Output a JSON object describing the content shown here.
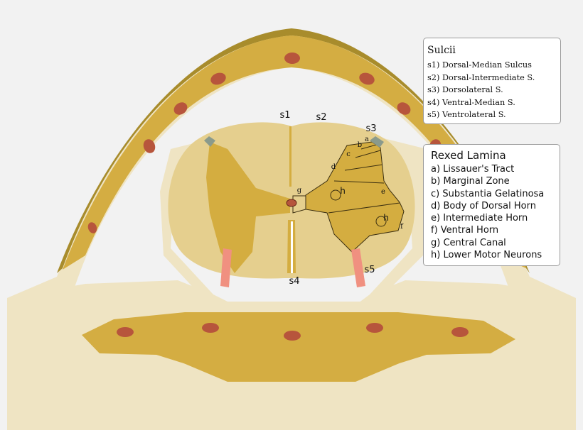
{
  "sulcii_legend": {
    "title": "Sulcii",
    "items": [
      "s1) Dorsal-Median Sulcus",
      "s2) Dorsal-Intermediate S.",
      "s3) Dorsolateral S.",
      "s4) Ventral-Median S.",
      "s5) Ventrolateral S."
    ]
  },
  "rexed_legend": {
    "title": "Rexed Lamina",
    "items": [
      "a) Lissauer's Tract",
      "b) Marginal Zone",
      "c) Substantia Gelatinosa",
      "d) Body of Dorsal Horn",
      "e) Intermediate Horn",
      "f) Ventral Horn",
      "g) Central Canal",
      "h) Lower Motor Neurons"
    ]
  },
  "labels": {
    "s1": "s1",
    "s2": "s2",
    "s3": "s3",
    "s4": "s4",
    "s5": "s5",
    "a": "a",
    "b": "b",
    "c": "c",
    "d": "d",
    "e": "e",
    "f": "f",
    "g": "g",
    "h1": "h",
    "h2": "h"
  },
  "colors": {
    "background": "#f2f2f2",
    "bone_light": "#efe4c3",
    "bone_gold": "#d4ad42",
    "bone_dark": "#a88c2c",
    "marrow": "#b7553c",
    "cord_white_matter": "#e5cf8e",
    "gray_matter": "#d4ad40",
    "nerve_root": "#f09080"
  }
}
